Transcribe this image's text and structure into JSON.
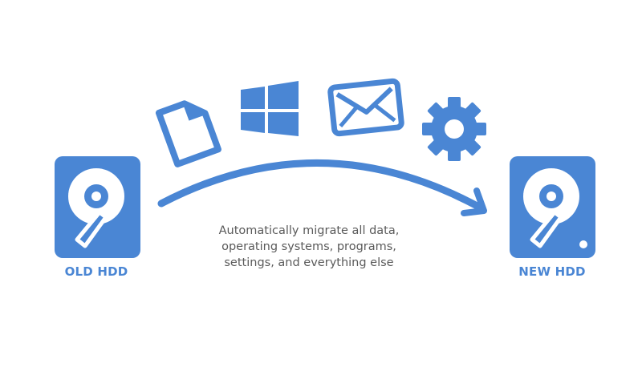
{
  "colors": {
    "accent": "#4a86d4",
    "text": "#5a5a5a",
    "background": "#ffffff"
  },
  "drives": {
    "old": {
      "label": "OLD HDD",
      "icon": "hard-drive-icon"
    },
    "new": {
      "label": "NEW HDD",
      "icon": "hard-drive-icon"
    }
  },
  "migrated_items": [
    {
      "name": "document-file-icon"
    },
    {
      "name": "windows-logo-icon"
    },
    {
      "name": "envelope-mail-icon"
    },
    {
      "name": "gear-settings-icon"
    }
  ],
  "caption": {
    "line1": "Automatically migrate all data,",
    "line2": "operating systems, programs,",
    "line3": "settings, and everything else"
  }
}
